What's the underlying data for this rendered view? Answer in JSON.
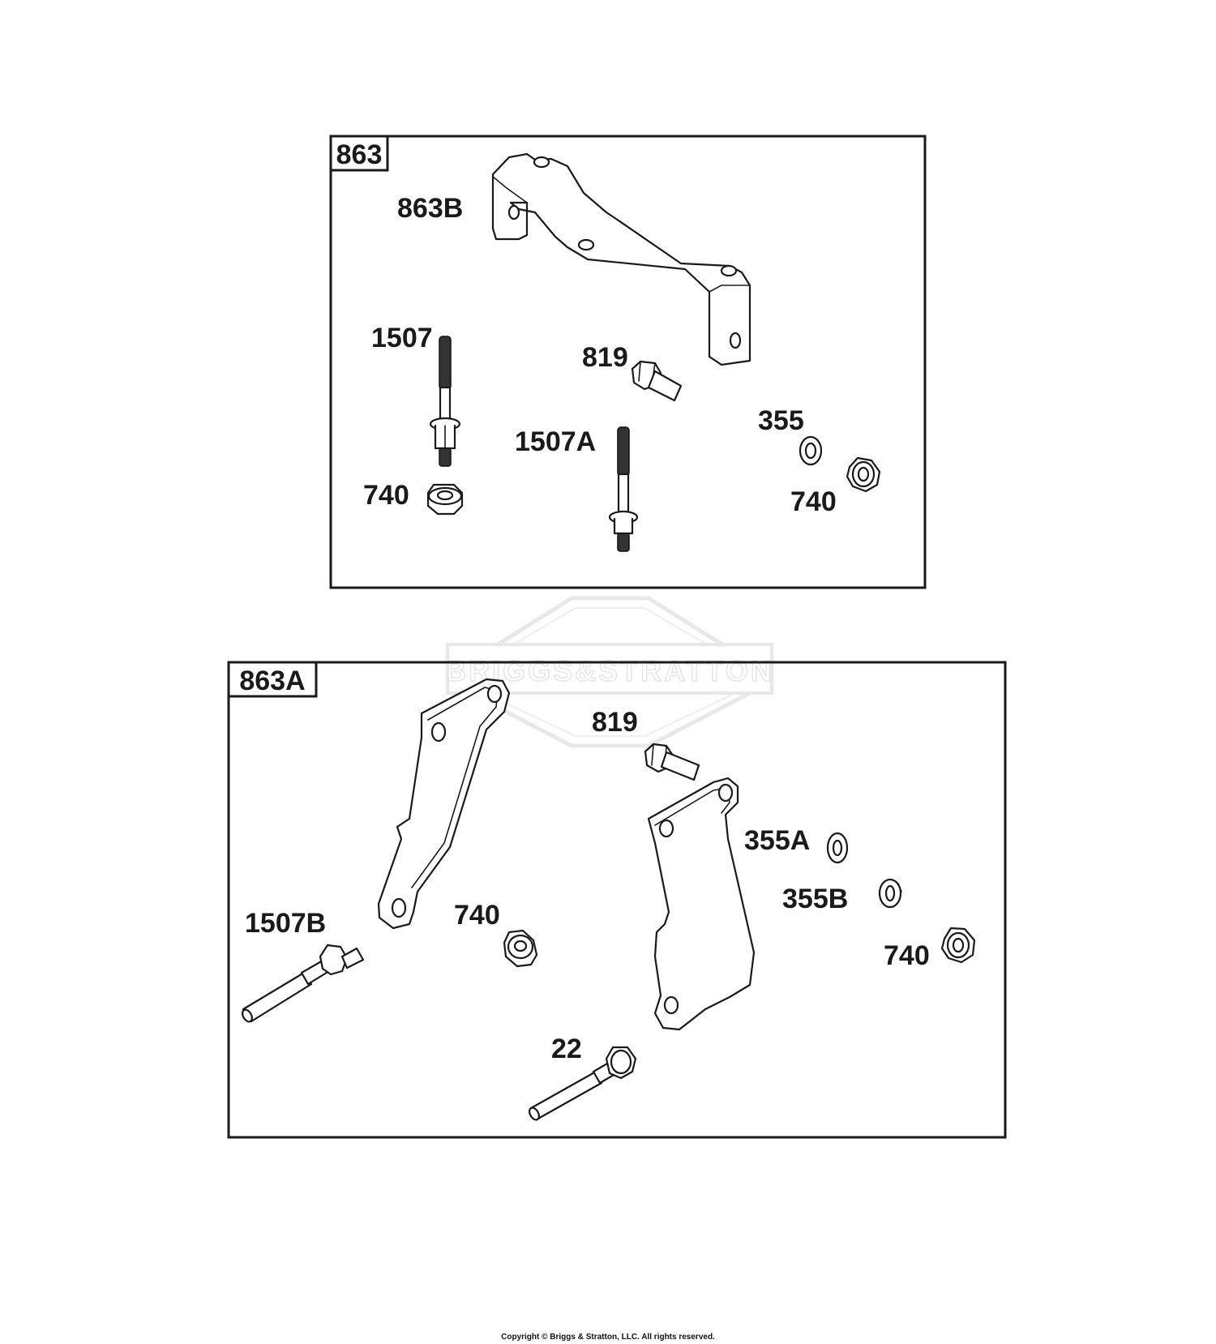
{
  "watermark": {
    "text": "BRIGGS&STRATTON"
  },
  "copyright": "Copyright © Briggs & Stratton, LLC. All rights reserved.",
  "group_top": {
    "id": "863",
    "labels": {
      "bracket": "863B",
      "stud": "1507",
      "bolt": "819",
      "stud_a": "1507A",
      "washer": "355",
      "nut_left": "740",
      "nut_right": "740"
    }
  },
  "group_bottom": {
    "id": "863A",
    "labels": {
      "bolt_top": "819",
      "washer_a": "355A",
      "washer_b": "355B",
      "nut_right": "740",
      "stud_b": "1507B",
      "nut_mid": "740",
      "bolt_bottom": "22"
    }
  }
}
